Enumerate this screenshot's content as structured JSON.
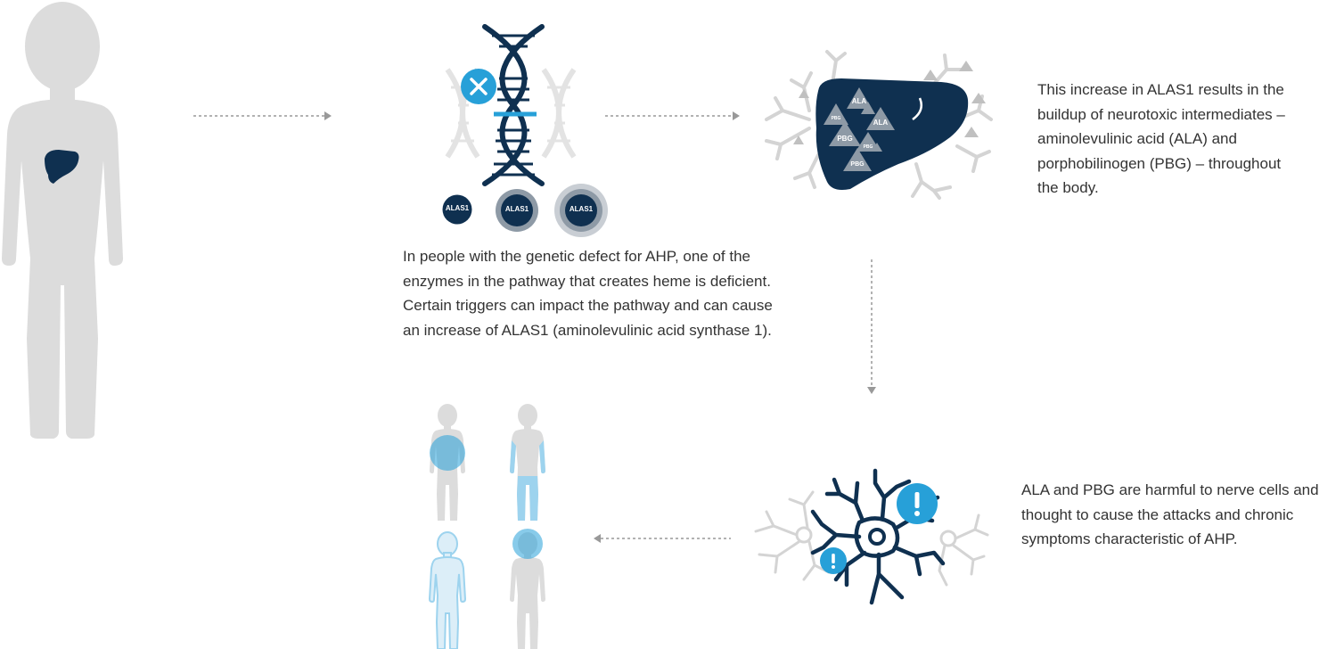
{
  "colors": {
    "navy": "#0f3050",
    "blue": "#27a0d8",
    "light_blue": "#9dd3ee",
    "gray_figure": "#dcdcdc",
    "gray_line": "#d4d4d4",
    "arrow": "#999999",
    "text": "#333333"
  },
  "labels": {
    "enzyme": "ALAS1",
    "ala": "ALA",
    "pbg": "PBG"
  },
  "captions": {
    "heme_pathway": {
      "lines": [
        "In people with the genetic defect for AHP, one of the",
        "enzymes in the pathway that creates heme is deficient.",
        "Certain triggers can impact the pathway and can cause",
        "an increase of ALAS1 (aminolevulinic acid synthase 1)."
      ]
    },
    "buildup": {
      "lines": [
        "This increase in ALAS1 results in the",
        "buildup of neurotoxic intermediates –",
        "aminolevulinic acid (ALA) and",
        "porphobilinogen (PBG) – throughout",
        "the body."
      ]
    },
    "nerve": {
      "lines": [
        "ALA and PBG are harmful to nerve cells and",
        "thought to cause the attacks and chronic",
        "symptoms characteristic of AHP."
      ]
    }
  },
  "icons": {
    "person": "person-silhouette-icon",
    "liver": "liver-icon",
    "dna": "dna-helix-icon",
    "defect": "x-mark-icon",
    "neuron": "nerve-cell-icon",
    "alert": "exclamation-icon"
  }
}
